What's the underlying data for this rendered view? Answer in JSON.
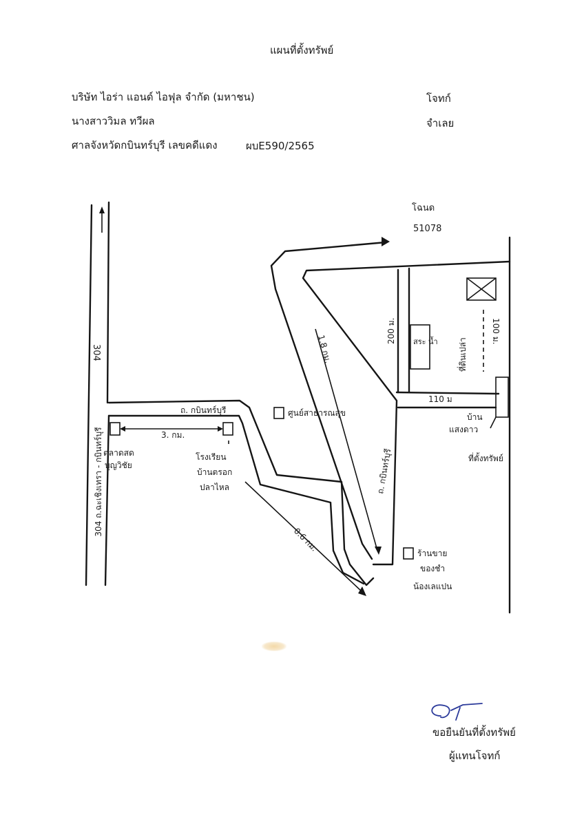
{
  "header": {
    "title": "แผนที่ตั้งทรัพย์",
    "plaintiff_name": "บริษัท ไอร่า แอนด์ ไอฟุล จำกัด (มหาชน)",
    "plaintiff_role": "โจทก์",
    "defendant_name": "นางสาววิมล ทวีผล",
    "defendant_role": "จำเลย",
    "court": "ศาลจังหวัดกบินทร์บุรี เลขคดีแดง",
    "case_no": "ผบE590/2565"
  },
  "map": {
    "highway_top": "304",
    "highway_side": "304 ถ.ฉะเชิงเทรา - กบินทร์บุรี",
    "title_deed": "โฉนด",
    "deed_no": "51078",
    "road_kabin_1": "ถ. กบินทร์บุรี",
    "road_kabin_2": "ถ. กบินทร์บุรี",
    "dist_18km": "1.8 กม.",
    "dist_3km": "3. กม.",
    "dist_06km": "0.6 กม.",
    "dist_200m": "200 ม.",
    "dist_100m": "100 ม.",
    "dist_110m": "110 ม",
    "pond": "สระ น้ำ",
    "land_label": "ที่ดินเปล่า",
    "market": [
      "ตลาดสด",
      "บุญวิชัย"
    ],
    "school": [
      "โรงเรียน",
      "บ้านตรอก",
      "ปลาไหล"
    ],
    "health_center": "ศูนย์สาธารณสุข",
    "shop": [
      "ร้านขาย",
      "ของชำ",
      "น้องเลแปน"
    ],
    "house": [
      "บ้าน",
      "แสงดาว"
    ],
    "property_marker": "ที่ตั้งทรัพย์"
  },
  "footer": {
    "confirm": "ขอยืนยันที่ตั้งทรัพย์",
    "signer": "ผู้แทนโจทก์"
  }
}
